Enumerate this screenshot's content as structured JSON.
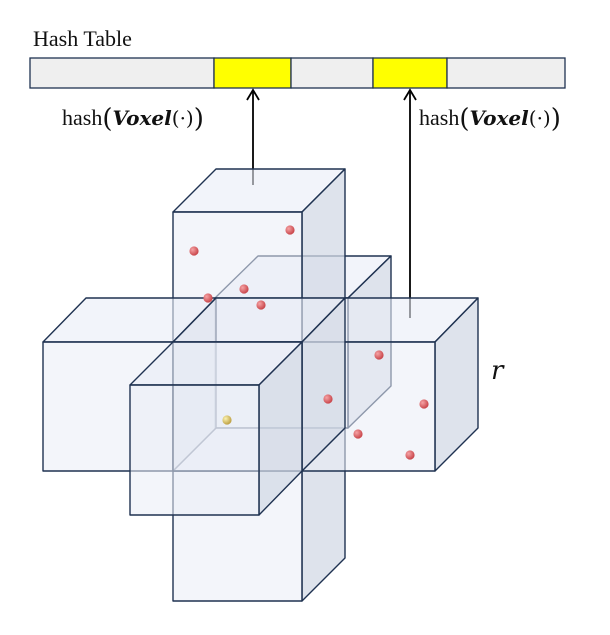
{
  "hash_table": {
    "title": "Hash Table",
    "slots": [
      {
        "filled": false
      },
      {
        "filled": true
      },
      {
        "filled": false
      },
      {
        "filled": true
      },
      {
        "filled": false
      }
    ]
  },
  "labels": {
    "hash_fn": "hash",
    "open_paren": "(",
    "voxel": "Voxel",
    "inner": "(·)",
    "close_paren": ")",
    "radius": "r"
  },
  "colors": {
    "slot_empty": "#efefef",
    "slot_filled": "#ffff00",
    "cube_face": "#e9edf6",
    "cube_edge": "#1f3251",
    "point": "#d9565a",
    "center_point": "#d4c26a"
  },
  "icons": {
    "arrow": "up-arrow",
    "cube": "voxel-cube"
  }
}
